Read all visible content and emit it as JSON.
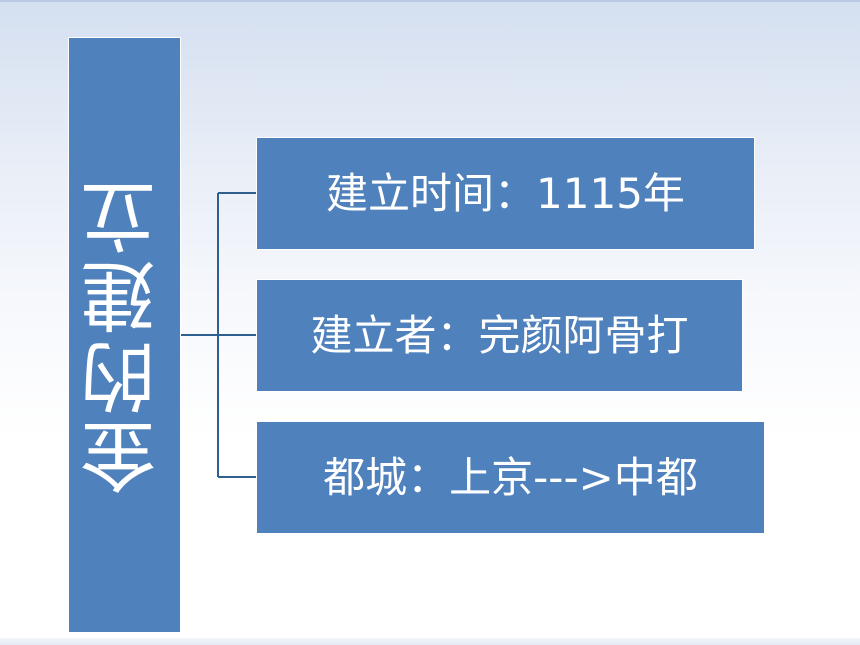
{
  "diagram": {
    "root": {
      "label": "金的建立"
    },
    "children": [
      {
        "label": "建立时间：1115年"
      },
      {
        "label": "建立者：完颜阿骨打"
      },
      {
        "label": "都城：上京--->中都"
      }
    ]
  },
  "colors": {
    "box_fill": "#4f81bd",
    "box_text": "#ffffff",
    "connector": "#2f5f8f",
    "background_top": "#d4dff0",
    "background_bottom": "#ffffff"
  }
}
